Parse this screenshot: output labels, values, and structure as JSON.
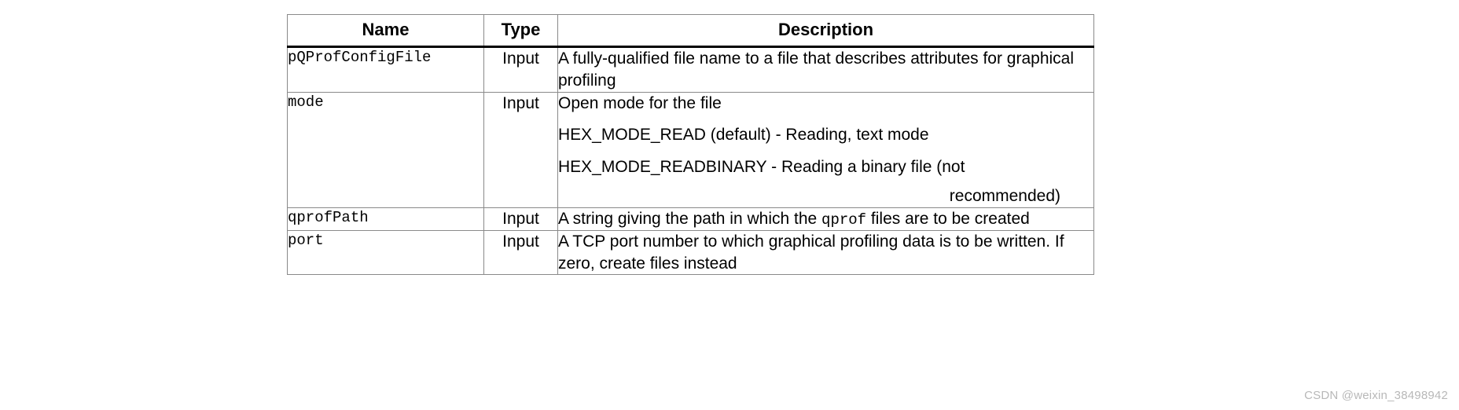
{
  "table": {
    "columns": [
      {
        "key": "name",
        "label": "Name"
      },
      {
        "key": "type",
        "label": "Type"
      },
      {
        "key": "description",
        "label": "Description"
      }
    ],
    "rows": [
      {
        "name": "pQProfConfigFile",
        "type": "Input",
        "description_lines": [
          "A fully-qualified file name to a file that describes attributes for graphical profiling"
        ]
      },
      {
        "name": "mode",
        "type": "Input",
        "description_lines": [
          "Open mode for the file",
          "HEX_MODE_READ (default) - Reading, text mode",
          "HEX_MODE_READBINARY - Reading a binary file (not",
          "recommended)"
        ]
      },
      {
        "name": "qprofPath",
        "type": "Input",
        "description_prefix": "A string giving the path in which the ",
        "description_code": "qprof",
        "description_suffix": " files are to be created"
      },
      {
        "name": "port",
        "type": "Input",
        "description_lines": [
          "A TCP port number to which graphical profiling data is to be written. If zero, create files instead"
        ]
      }
    ]
  },
  "watermark": {
    "text": "CSDN @weixin_38498942"
  }
}
